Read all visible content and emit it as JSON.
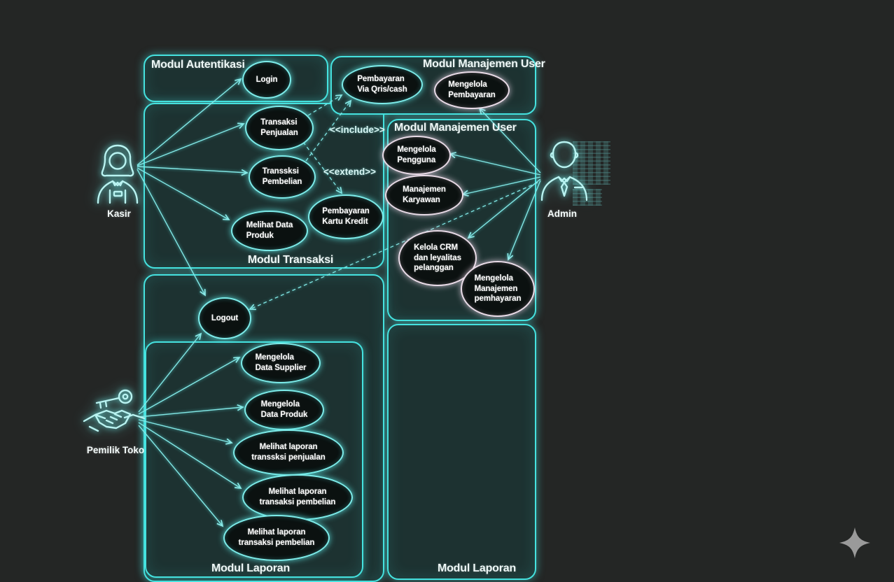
{
  "diagram": {
    "boxes": {
      "autentikasi": "Modul Autentikasi",
      "manajemen_user_top": "Modul Manajemen User",
      "manajemen_user_mid": "Modul Manajemen User",
      "transaksi": "Modul Transaksi",
      "laporan_left": "Modul Laporan",
      "laporan_right": "Modul Laporan"
    },
    "usecases": {
      "login": "Login",
      "pembayaran_qris": "Pembayaran\nVia Qris/cash",
      "mengelola_pembayaran": "Mengelola\nPembayaran",
      "transaksi_penjualan": "Transaksi\nPenjualan",
      "transsksi_pembelian": "Transsksi\nPembelian",
      "melihat_data_produk": "Melihat Data\nProduk",
      "pembayaran_kartu_kredit": "Pembayaran\nKartu Kredit",
      "mengelola_pengguna": "Mengelola\nPengguna",
      "manajemen_karyawan": "Manajemen\nKaryawan",
      "kelola_crm": "Kelola CRM\ndan leyalitas\npelanggan",
      "mengelola_manajemen_pembayaran": "Mengelola\nManajemen\npemhayaran",
      "logout": "Logout",
      "mengelola_data_supplier": "Mengelola\nData Supplier",
      "mengelola_data_produk": "Mengelola\nData Produk",
      "laporan_penjualan": "Melihat laporan\ntranssksi penjualan",
      "laporan_pembelian_1": "Melihat laporan\ntransaksi pembelian",
      "laporan_pembelian_2": "Melihat laporan\ntransaksi pembelian"
    },
    "actors": {
      "kasir": "Kasir",
      "admin": "Admin",
      "pemilik_toko": "Pemilik Toko"
    },
    "relations": {
      "include": "<<include>>",
      "extend": "<<extend>>"
    },
    "colors": {
      "background": "#242625",
      "box_fill": "#1d3231",
      "neon_cyan": "#45e2df",
      "neon_pink": "#e9dbe7",
      "arrow": "#82e7e5",
      "text": "#ffffff",
      "watermark": "#9a9a9a"
    }
  }
}
